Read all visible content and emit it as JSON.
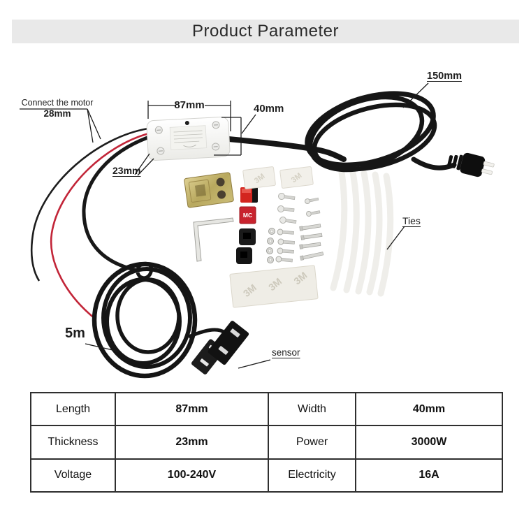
{
  "title": "Product Parameter",
  "photo": {
    "labels": {
      "connect_motor": "Connect the motor",
      "motor_wire_length": "28mm",
      "box_length": "87mm",
      "box_width": "40mm",
      "box_thickness": "23mm",
      "power_cord_length": "150mm",
      "ties": "Ties",
      "sensor_wire_length": "5m",
      "sensor": "sensor"
    },
    "markings": {
      "pad_brand": "3M",
      "switch_marking": "MC"
    }
  },
  "table": {
    "rows": [
      [
        "Length",
        "87mm",
        "Width",
        "40mm"
      ],
      [
        "Thickness",
        "23mm",
        "Power",
        "3000W"
      ],
      [
        "Voltage",
        "100-240V",
        "Electricity",
        "16A"
      ]
    ]
  },
  "colors": {
    "banner_bg": "#e9e9e9",
    "text": "#1c1c1c",
    "table_border": "#2f2f2f",
    "cable_black": "#161616",
    "wire_red": "#c22538",
    "brass": "#c7b169",
    "switch_red": "#d3251f"
  }
}
